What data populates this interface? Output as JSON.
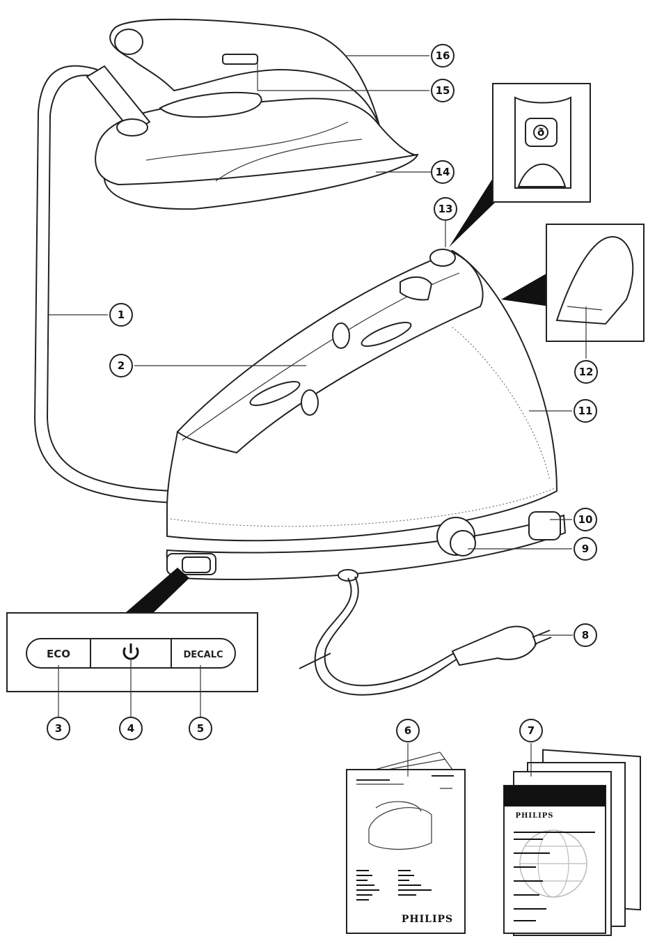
{
  "callouts": [
    {
      "id": "1",
      "label": "1"
    },
    {
      "id": "2",
      "label": "2"
    },
    {
      "id": "3",
      "label": "3"
    },
    {
      "id": "4",
      "label": "4"
    },
    {
      "id": "5",
      "label": "5"
    },
    {
      "id": "6",
      "label": "6"
    },
    {
      "id": "7",
      "label": "7"
    },
    {
      "id": "8",
      "label": "8"
    },
    {
      "id": "9",
      "label": "9"
    },
    {
      "id": "10",
      "label": "10"
    },
    {
      "id": "11",
      "label": "11"
    },
    {
      "id": "12",
      "label": "12"
    },
    {
      "id": "13",
      "label": "13"
    },
    {
      "id": "14",
      "label": "14"
    },
    {
      "id": "15",
      "label": "15"
    },
    {
      "id": "16",
      "label": "16"
    }
  ],
  "control_panel": {
    "eco_label": "ECO",
    "power_icon": "power-icon",
    "decalc_label": "DECALC"
  },
  "manual": {
    "brand": "PHILIPS"
  },
  "guide": {
    "brand": "PHILIPS"
  }
}
